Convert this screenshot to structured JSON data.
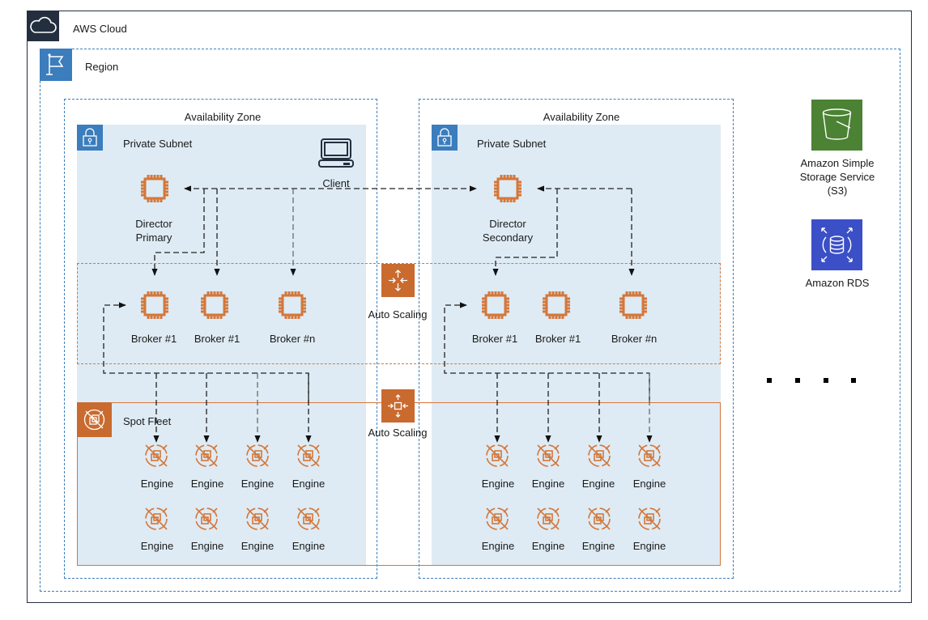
{
  "cloud": {
    "label": "AWS Cloud",
    "icon": "cloud-icon"
  },
  "region": {
    "label": "Region",
    "icon": "flag-icon"
  },
  "availability_zones": [
    {
      "label": "Availability Zone",
      "subnet": {
        "label": "Private Subnet",
        "icon": "lock-icon"
      },
      "director": {
        "line1": "Director",
        "line2": "Primary"
      },
      "client": {
        "label": "Client"
      },
      "brokers": [
        "Broker #1",
        "Broker #1",
        "Broker #n"
      ],
      "engines": [
        "Engine",
        "Engine",
        "Engine",
        "Engine",
        "Engine",
        "Engine",
        "Engine",
        "Engine"
      ]
    },
    {
      "label": "Availability Zone",
      "subnet": {
        "label": "Private Subnet",
        "icon": "lock-icon"
      },
      "director": {
        "line1": "Director",
        "line2": "Secondary"
      },
      "brokers": [
        "Broker #1",
        "Broker #1",
        "Broker #n"
      ],
      "engines": [
        "Engine",
        "Engine",
        "Engine",
        "Engine",
        "Engine",
        "Engine",
        "Engine",
        "Engine"
      ]
    }
  ],
  "auto_scaling": [
    {
      "label": "Auto Scaling",
      "icon": "auto-scaling-group-icon"
    },
    {
      "label": "Auto Scaling",
      "icon": "auto-scaling-instance-icon"
    }
  ],
  "spot_fleet": {
    "label": "Spot Fleet",
    "icon": "spot-fleet-icon"
  },
  "services": {
    "s3": {
      "line1": "Amazon Simple",
      "line2": "Storage Service",
      "line3": "(S3)",
      "icon": "s3-bucket-icon"
    },
    "rds": {
      "label": "Amazon RDS",
      "icon": "rds-database-icon"
    }
  },
  "ellipsis": ". . . .",
  "colors": {
    "aws_dark": "#232f3e",
    "region_blue": "#3b7dbd",
    "subnet_fill": "#deebf4",
    "compute_orange": "#d4773a",
    "s3_green": "#4b8234",
    "rds_blue": "#3b4fc7"
  }
}
